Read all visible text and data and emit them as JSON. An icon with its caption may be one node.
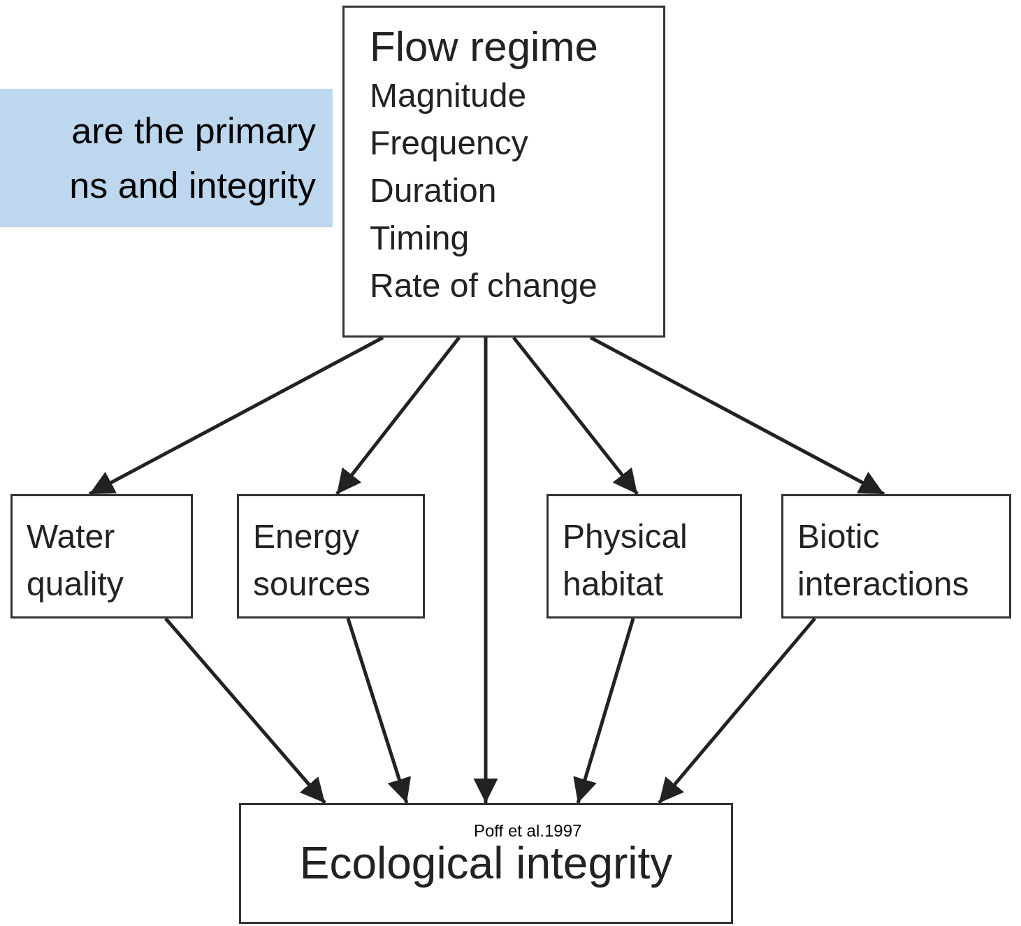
{
  "diagram": {
    "nodes": [
      {
        "text": [
          "are the primary ns and integrity"
        ]
      },
      {
        "text": [
          "Flow regime",
          "Magnitude",
          "Frequency",
          "Duration",
          "Timing",
          "Rate of change"
        ]
      },
      {
        "text": [
          "Water quality"
        ]
      },
      {
        "text": [
          "Energy sources"
        ]
      },
      {
        "text": [
          "Physical habitat"
        ]
      },
      {
        "text": [
          "Biotic interactions"
        ]
      },
      {
        "text": [
          "Ecological integrity"
        ]
      }
    ],
    "edges": [
      {
        "from": 1,
        "to": 2,
        "arrow": "to"
      },
      {
        "from": 1,
        "to": 3,
        "arrow": "to"
      },
      {
        "from": 1,
        "to": 6,
        "arrow": "to"
      },
      {
        "from": 1,
        "to": 4,
        "arrow": "to"
      },
      {
        "from": 1,
        "to": 5,
        "arrow": "to"
      },
      {
        "from": 2,
        "to": 6,
        "arrow": "to"
      },
      {
        "from": 3,
        "to": 6,
        "arrow": "to"
      },
      {
        "from": 4,
        "to": 6,
        "arrow": "to"
      },
      {
        "from": 5,
        "to": 6,
        "arrow": "to"
      }
    ],
    "labels": [
      "Poff et al.1997"
    ]
  }
}
